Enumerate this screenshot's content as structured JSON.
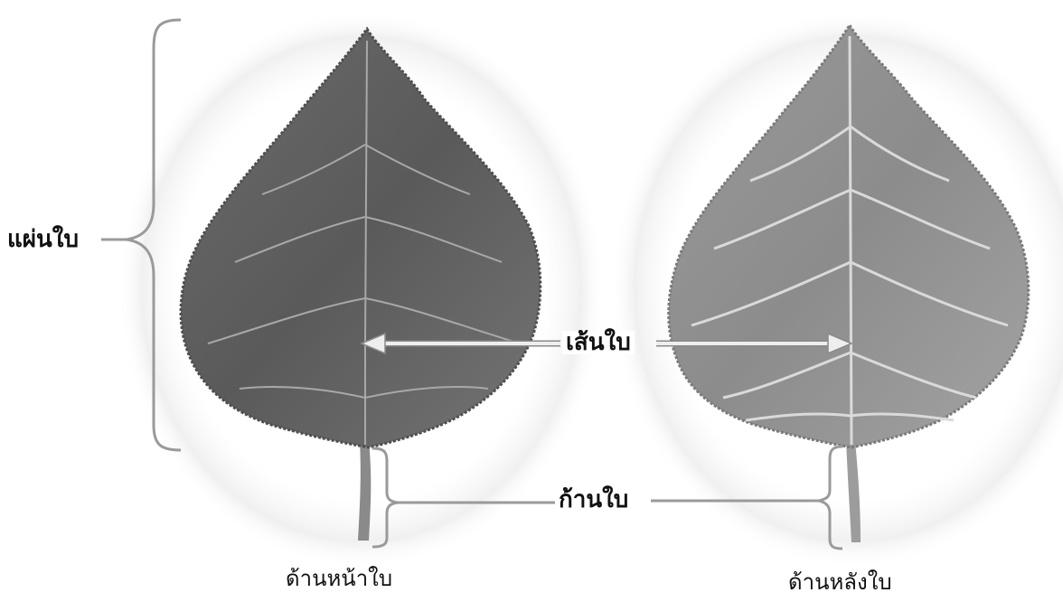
{
  "labels": {
    "blade": "แผ่นใบ",
    "vein": "เส้นใบ",
    "petiole": "ก้านใบ",
    "front_caption": "ด้านหน้าใบ",
    "back_caption": "ด้านหลังใบ"
  },
  "colors": {
    "bracket": "#9a9a9a",
    "arrow": "#e0e0e0",
    "arrow_outline": "#8a8a8a",
    "leaf_front_dark": "#5a5a5a",
    "leaf_front_mid": "#7a7a7a",
    "leaf_back_mid": "#8e8e8e",
    "leaf_back_light": "#b3b3b3",
    "vein_front": "#a9a9a9",
    "vein_back": "#d6d6d6"
  }
}
